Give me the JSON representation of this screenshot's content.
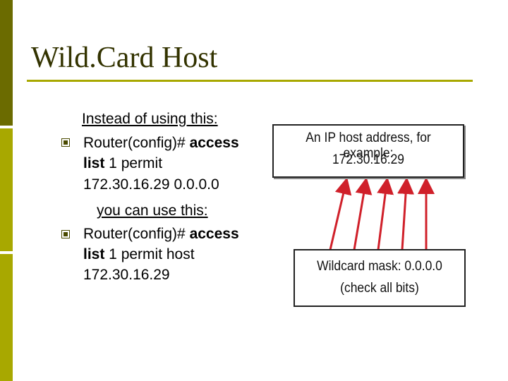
{
  "slide": {
    "title": "Wild.Card Host"
  },
  "content": {
    "heading1": "Instead of using this:",
    "bullet1": {
      "prefix": "Router(config)# ",
      "bold1": "access",
      "bold2": "list",
      "rest": " 1 permit",
      "line3": "172.30.16.29 0.0.0.0"
    },
    "heading2": "you can use this:",
    "bullet2": {
      "prefix": "Router(config)# ",
      "bold1": "access",
      "bold2": "list",
      "rest": " 1 permit host",
      "line3": "172.30.16.29"
    }
  },
  "diagram": {
    "host_box": {
      "line1": "An IP host address, for example:",
      "line2": "172.30.16.29"
    },
    "mask_box": {
      "line1": "Wildcard mask: 0.0.0.0",
      "line2": "(check all bits)"
    },
    "arrow_color": "#d0202a"
  }
}
